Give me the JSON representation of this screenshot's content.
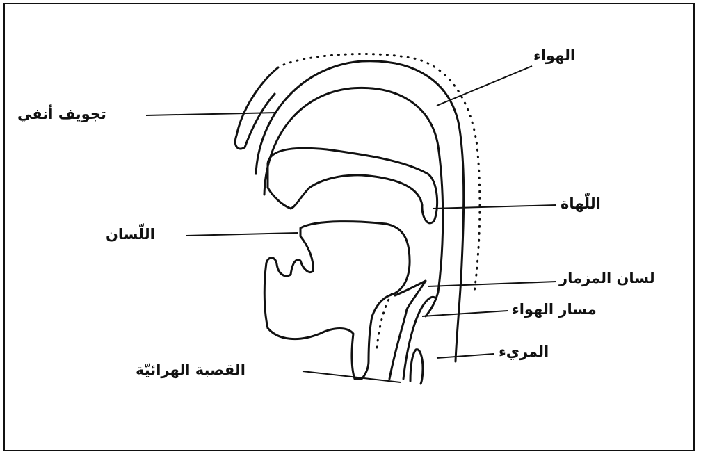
{
  "labels": {
    "air": "الهواء",
    "nasal_cavity": "تجويف أنفي",
    "uvula": "اللّهاة",
    "tongue": "اللّسان",
    "epiglottis": "لسان المزمار",
    "airway": "مسار الهواء",
    "esophagus": "المريء",
    "trachea": "القصبة الهرائيّة"
  },
  "colors": {
    "ink": "#111111",
    "background": "#ffffff"
  }
}
